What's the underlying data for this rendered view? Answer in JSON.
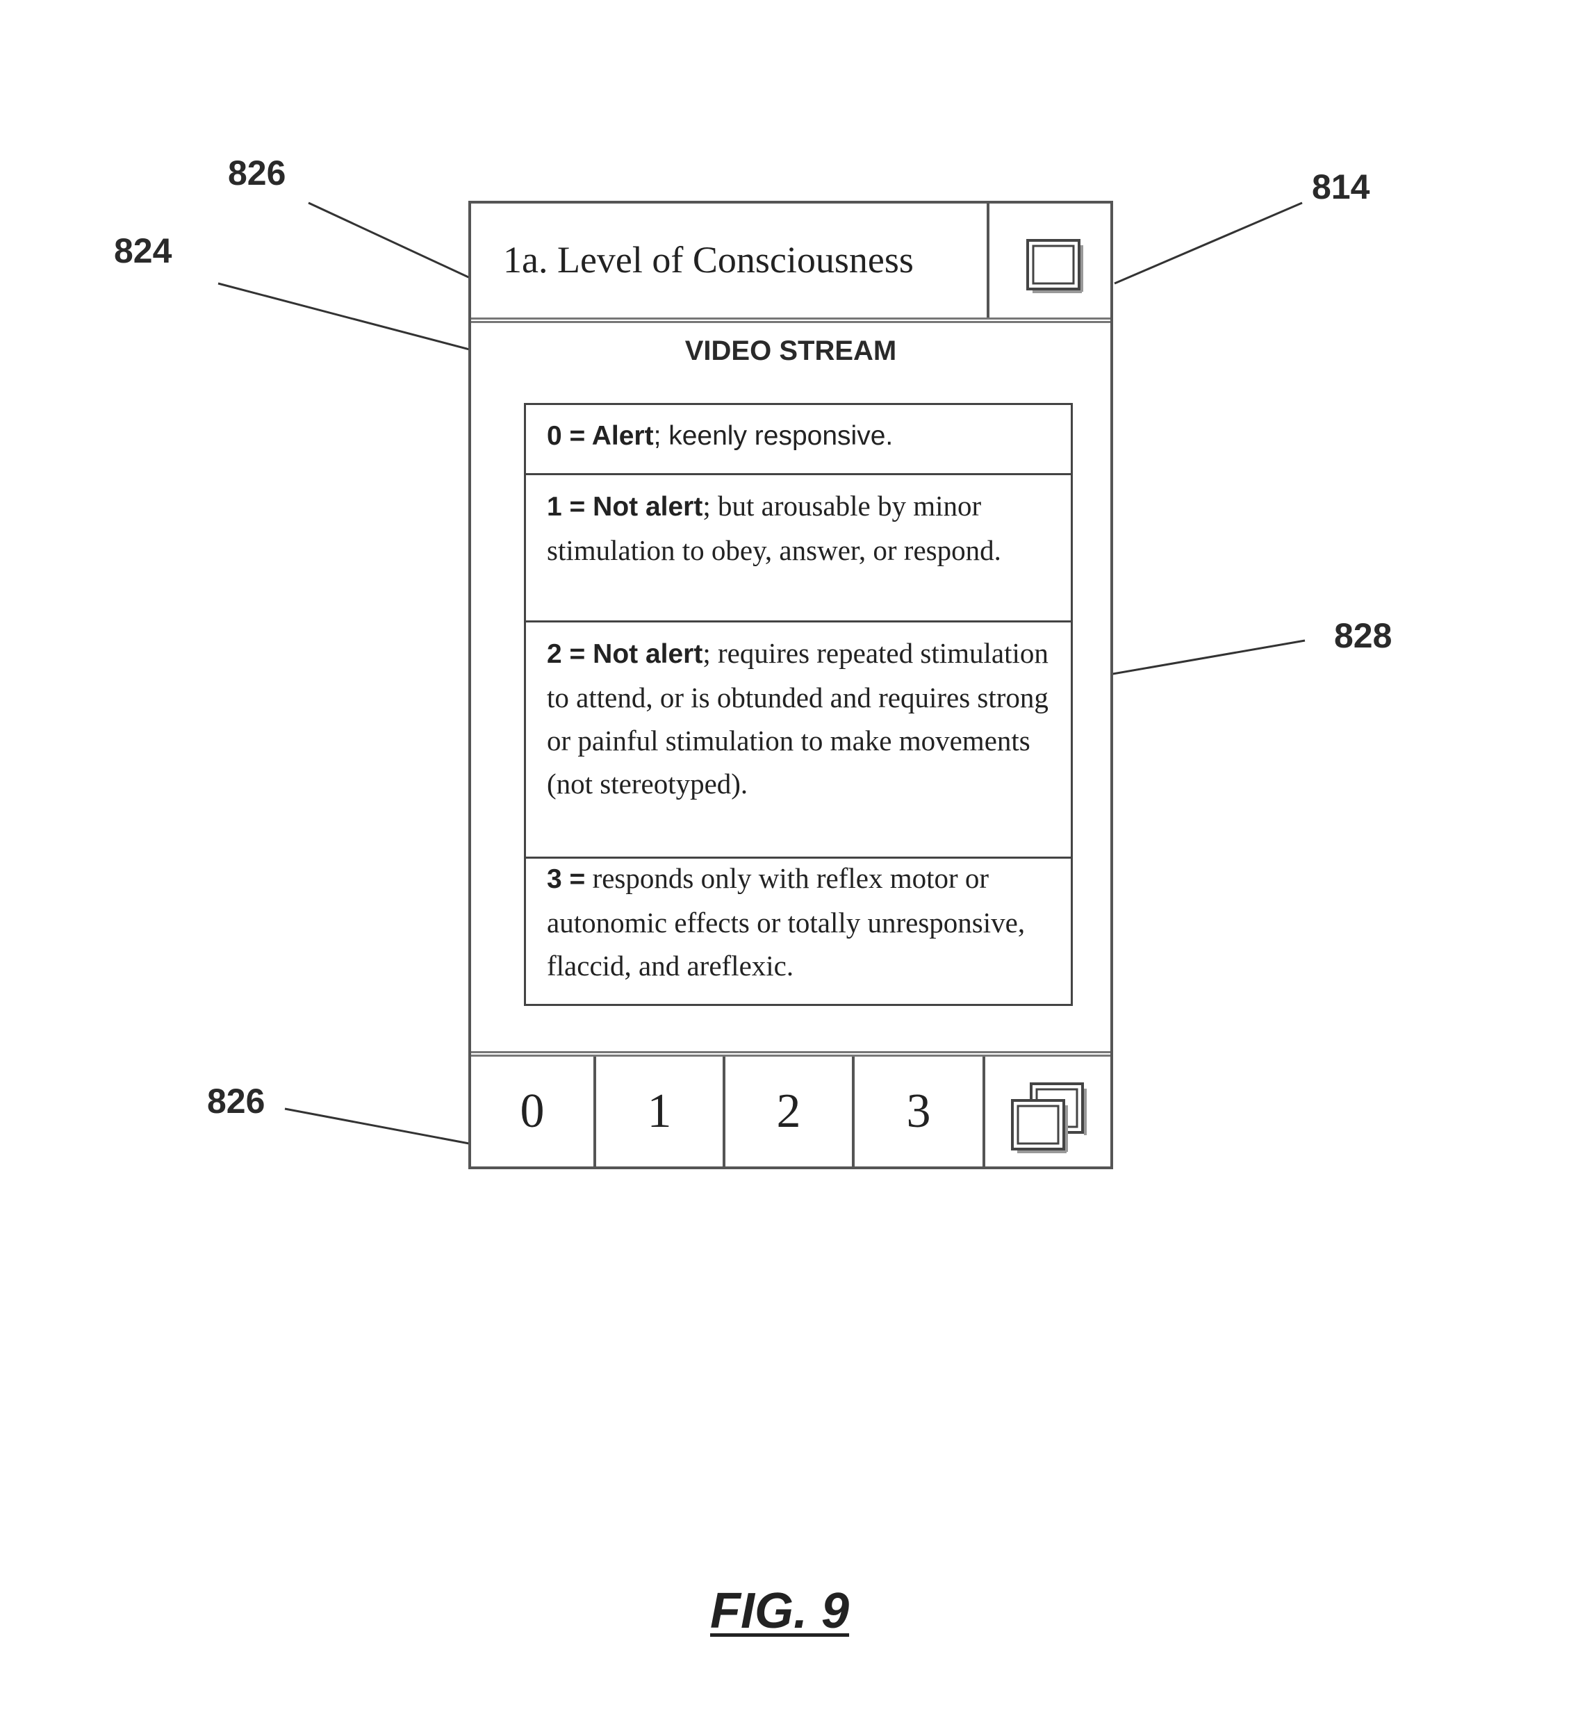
{
  "callouts": {
    "header_ref": "826",
    "stream_ref": "824",
    "expand_ref": "814",
    "table_ref": "828",
    "footer_ref": "826"
  },
  "header": {
    "title": "1a. Level of Consciousness",
    "expand_icon": "window-maximize-icon"
  },
  "video_stream_label": "VIDEO STREAM",
  "score_options": [
    {
      "score": "0 =",
      "name": " Alert",
      "desc": "; keenly responsive."
    },
    {
      "score": "1 =",
      "name": " Not alert",
      "desc": "; but arousable by minor stimulation to obey, answer, or respond."
    },
    {
      "score": "2 =",
      "name": " Not alert",
      "desc": "; requires repeated stimulation to attend, or is obtunded and requires strong or painful stimulation to make movements (not stereotyped)."
    },
    {
      "score": "3 =",
      "name": "",
      "desc": " responds only with reflex motor or autonomic effects or totally unresponsive, flaccid, and areflexic."
    }
  ],
  "footer": {
    "buttons": [
      "0",
      "1",
      "2",
      "3"
    ],
    "cascade_icon": "window-cascade-icon"
  },
  "figure_label": "FIG. 9"
}
